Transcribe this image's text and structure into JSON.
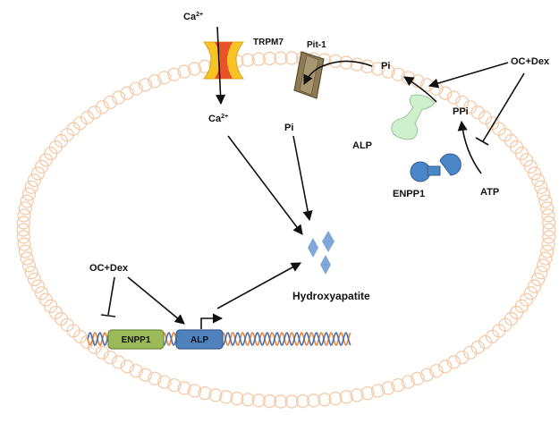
{
  "labels": {
    "ca_outside": "Ca",
    "ca_outside_sup": "2+",
    "trpm7": "TRPM7",
    "pit1": "Pit-1",
    "pi_outside": "Pi",
    "oc_dex_outside": "OC+Dex",
    "ca_inside": "Ca",
    "ca_inside_sup": "2+",
    "pi_inside": "Pi",
    "ppi": "PPi",
    "alp_protein": "ALP",
    "enpp1_protein": "ENPP1",
    "atp": "ATP",
    "hydroxyapatite": "Hydroxyapatite",
    "oc_dex_inside": "OC+Dex",
    "gene_enpp1": "ENPP1",
    "gene_alp": "ALP"
  },
  "colors": {
    "membrane": "#F5C7A3",
    "membrane_stroke": "#E8A77A",
    "channel_outer": "#F7C325",
    "channel_inner": "#E8532A",
    "pit1_body": "#8C7B55",
    "alp_protein": "#CFF0CC",
    "enpp1_protein": "#4A86C8",
    "crystal": "#7FA7D8",
    "dna_orange": "#E8833A",
    "dna_blue": "#4A6FB0",
    "gene_enpp1": "#9BBB59",
    "gene_alp": "#4F81BD"
  }
}
